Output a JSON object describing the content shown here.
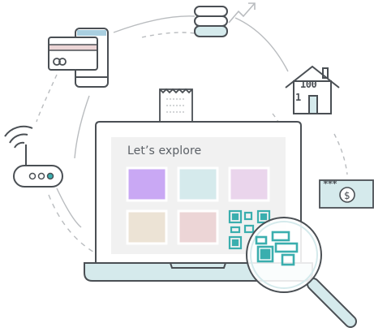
{
  "screen": {
    "title": "Let’s explore"
  },
  "house": {
    "number_top": "100",
    "number_bottom": "1"
  },
  "check": {
    "stars": "***"
  },
  "tiles": [
    {
      "color": "#c9a8f4"
    },
    {
      "color": "#d5eaec"
    },
    {
      "color": "#ead5ec"
    },
    {
      "color": "#ece3d5"
    },
    {
      "color": "#ecd5d6"
    }
  ],
  "colors": {
    "outline": "#4a4f54",
    "accent": "#3aaeae",
    "panel": "#f1f1f1"
  },
  "icons": [
    "credit-card-icon",
    "phone-icon",
    "coins-stack-icon",
    "trend-arrow-icon",
    "house-icon",
    "wifi-router-icon",
    "receipt-icon",
    "laptop-icon",
    "check-icon",
    "qr-code-icon",
    "magnifier-icon"
  ]
}
